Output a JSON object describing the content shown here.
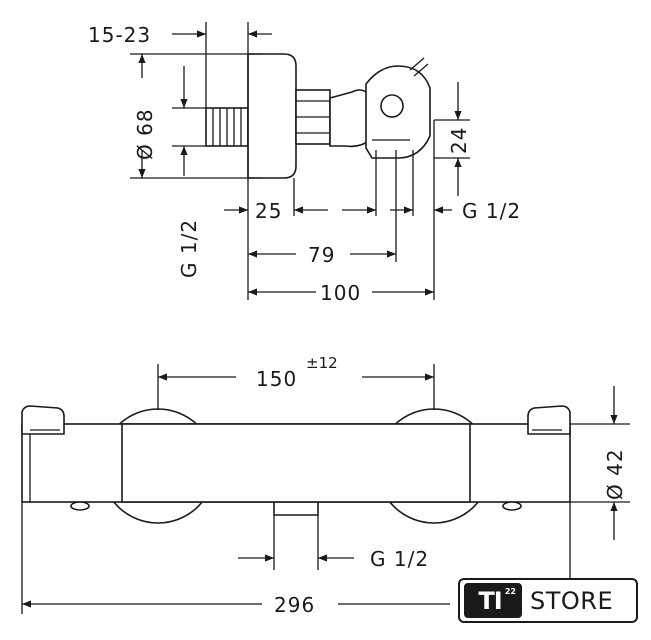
{
  "top_view": {
    "dim_15_23": "15-23",
    "dim_68": "Ø 68",
    "dim_g12_left": "G 1/2",
    "dim_25": "25",
    "dim_79": "79",
    "dim_100": "100",
    "dim_24": "24",
    "dim_g12_right": "G 1/2"
  },
  "front_view": {
    "dim_150": "150",
    "dim_150_tol": "±12",
    "dim_42": "Ø 42",
    "dim_g12_bottom": "G 1/2",
    "dim_296": "296"
  },
  "logo": {
    "mark": "TI",
    "superscript": "22",
    "word": "STORE"
  },
  "colors": {
    "line": "#1a1a1a",
    "background": "#ffffff",
    "logo_mark": "#1a1a1a"
  }
}
